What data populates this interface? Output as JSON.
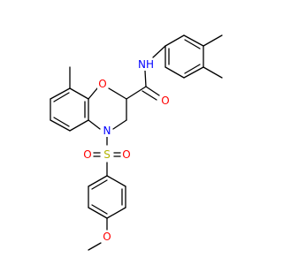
{
  "colors": {
    "background": "#ffffff",
    "bond": "#000000",
    "nitrogen": "#0000ff",
    "oxygen": "#ff0000",
    "sulfur": "#b3b300"
  },
  "atoms": {
    "amide_nh": {
      "label": "NH",
      "element": "N"
    },
    "amide_o": {
      "label": "O",
      "element": "O"
    },
    "ring_o": {
      "label": "O",
      "element": "O"
    },
    "ring_n": {
      "label": "N",
      "element": "N"
    },
    "sulfonyl_s": {
      "label": "S",
      "element": "S"
    },
    "sulfonyl_o1": {
      "label": "O",
      "element": "O"
    },
    "sulfonyl_o2": {
      "label": "O",
      "element": "O"
    },
    "methoxy_o": {
      "label": "O",
      "element": "O"
    }
  }
}
